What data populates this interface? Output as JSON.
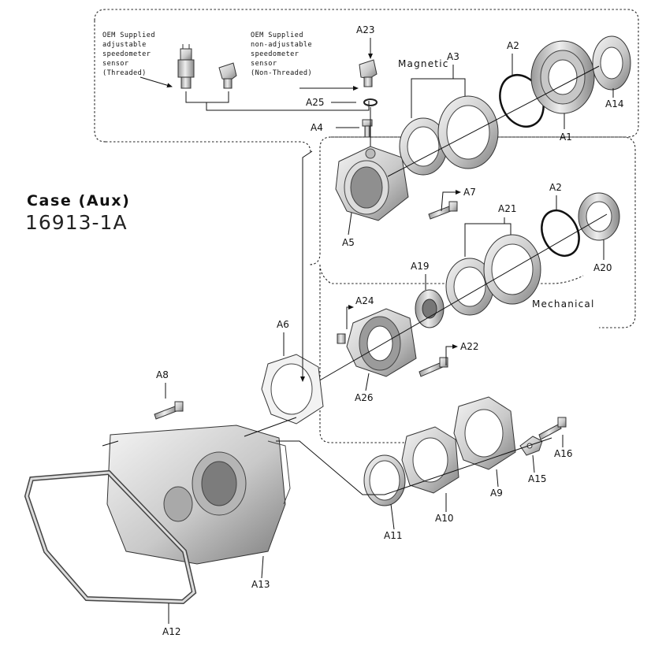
{
  "title": "Case (Aux)",
  "part_number": "16913-1A",
  "sections": {
    "magnetic": "Magnetic",
    "mechanical": "Mechanical"
  },
  "notes": {
    "oem_adjustable": [
      "OEM Supplied",
      "adjustable",
      "speedometer",
      "sensor",
      "(Threaded)"
    ],
    "oem_non_adjustable": [
      "OEM Supplied",
      "non-adjustable",
      "speedometer",
      "sensor",
      "(Non-Threaded)"
    ]
  },
  "callouts": {
    "A1": "A1",
    "A2a": "A2",
    "A2b": "A2",
    "A3": "A3",
    "A4": "A4",
    "A5": "A5",
    "A6": "A6",
    "A7": "A7",
    "A8": "A8",
    "A9": "A9",
    "A10": "A10",
    "A11": "A11",
    "A12": "A12",
    "A13": "A13",
    "A14": "A14",
    "A15": "A15",
    "A16": "A16",
    "A19": "A19",
    "A20": "A20",
    "A21": "A21",
    "A22": "A22",
    "A23": "A23",
    "A24": "A24",
    "A25": "A25",
    "A26": "A26"
  },
  "colors": {
    "metal_light": "#e9e9e9",
    "metal_mid": "#bdbdbd",
    "metal_dark": "#7d7d7d",
    "line": "#111111"
  }
}
